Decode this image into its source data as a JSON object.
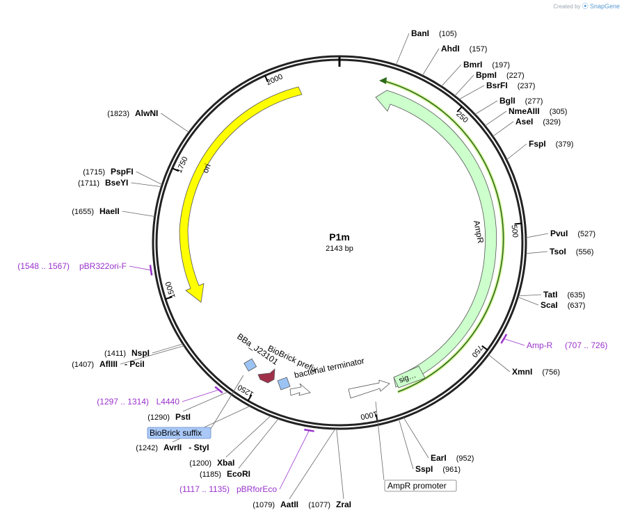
{
  "branding": {
    "created_by": "Created by",
    "app": "SnapGene"
  },
  "plasmid": {
    "name": "P1m",
    "length_label": "2143 bp",
    "length": 2143
  },
  "ticks": [
    {
      "label": "250",
      "pos": 250
    },
    {
      "label": "500",
      "pos": 500
    },
    {
      "label": "750",
      "pos": 750
    },
    {
      "label": "1000",
      "pos": 1000
    },
    {
      "label": "1250",
      "pos": 1250
    },
    {
      "label": "1500",
      "pos": 1500
    },
    {
      "label": "1750",
      "pos": 1750
    },
    {
      "label": "2000",
      "pos": 2000
    }
  ],
  "sites_right": [
    {
      "name": "BanI",
      "pos_label": "(105)",
      "pos": 105
    },
    {
      "name": "AhdI",
      "pos_label": "(157)",
      "pos": 157
    },
    {
      "name": "BmrI",
      "pos_label": "(197)",
      "pos": 197
    },
    {
      "name": "BpmI",
      "pos_label": "(227)",
      "pos": 227
    },
    {
      "name": "BsrFI",
      "pos_label": "(237)",
      "pos": 237
    },
    {
      "name": "BglI",
      "pos_label": "(277)",
      "pos": 277
    },
    {
      "name": "NmeAIII",
      "pos_label": "(305)",
      "pos": 305
    },
    {
      "name": "AseI",
      "pos_label": "(329)",
      "pos": 329
    },
    {
      "name": "FspI",
      "pos_label": "(379)",
      "pos": 379
    },
    {
      "name": "PvuI",
      "pos_label": "(527)",
      "pos": 527
    },
    {
      "name": "TsoI",
      "pos_label": "(556)",
      "pos": 556
    },
    {
      "name": "TatI",
      "pos_label": "(635)",
      "pos": 635
    },
    {
      "name": "ScaI",
      "pos_label": "(637)",
      "pos": 637
    },
    {
      "name": "XmnI",
      "pos_label": "(756)",
      "pos": 756
    },
    {
      "name": "EarI",
      "pos_label": "(952)",
      "pos": 952
    },
    {
      "name": "SspI",
      "pos_label": "(961)",
      "pos": 961
    }
  ],
  "sites_left": [
    {
      "name": "AlwNI",
      "pos_label": "(1823)",
      "pos": 1823
    },
    {
      "name": "PspFI",
      "pos_label": "(1715)",
      "pos": 1715
    },
    {
      "name": "BseYI",
      "pos_label": "(1711)",
      "pos": 1711
    },
    {
      "name": "HaeII",
      "pos_label": "(1655)",
      "pos": 1655
    },
    {
      "name": "NspI",
      "pos_label": "(1411)",
      "pos": 1411
    },
    {
      "name": "AflIII",
      "pos_label": "(1407)",
      "pos": 1407,
      "extra": "- PciI"
    },
    {
      "name": "PstI",
      "pos_label": "(1290)",
      "pos": 1290
    },
    {
      "name": "AvrII",
      "pos_label": "(1242)",
      "pos": 1242,
      "extra": "- StyI"
    },
    {
      "name": "XbaI",
      "pos_label": "(1200)",
      "pos": 1200
    },
    {
      "name": "EcoRI",
      "pos_label": "(1185)",
      "pos": 1185
    },
    {
      "name": "AatII",
      "pos_label": "(1079)",
      "pos": 1079
    },
    {
      "name": "ZraI",
      "pos_label": "(1077)",
      "pos": 1077
    }
  ],
  "primers": [
    {
      "name": "Amp-R",
      "range": "(707 .. 726)",
      "start": 707,
      "end": 726
    },
    {
      "name": "pBR322ori-F",
      "range": "(1548 .. 1567)",
      "start": 1548,
      "end": 1567
    },
    {
      "name": "L4440",
      "range": "(1297 .. 1314)",
      "start": 1297,
      "end": 1314
    },
    {
      "name": "pBRforEco",
      "range": "(1117 .. 1135)",
      "start": 1117,
      "end": 1135
    }
  ],
  "features": {
    "ori": "ori",
    "ampr": "AmpR",
    "sig": "sig…",
    "bba": "BBa_J23101",
    "prefix": "BioBrick prefix",
    "terminator": "bacterial terminator",
    "suffix_box": "BioBrick suffix",
    "ampr_promoter_box": "AmpR promoter"
  },
  "colors": {
    "backbone": "#222222",
    "ori": "#ffff00",
    "ampr": "#ccffcc",
    "ampr_outline": "#5a8a5a",
    "primer": "#9932cc",
    "promoter_fill": "#9bc4f5",
    "bba_arrow": "#a0304a",
    "suffix_box": "#a9c8f7",
    "leader": "#666666"
  }
}
